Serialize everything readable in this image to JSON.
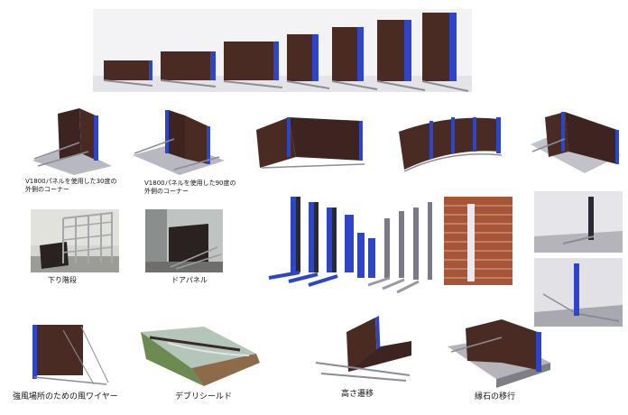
{
  "colors": {
    "panel_brown": "#4a2b24",
    "frame_blue": "#2f45c8",
    "rail_grey": "#8c8c96",
    "brick": "#b0583a",
    "concrete": "#c9c9cd",
    "grass": "#7a9a58"
  },
  "captions": {
    "corner30_line1": "V1800パネルを使用した30度の",
    "corner30_line2": "外側のコーナー",
    "corner90_line1": "V1800パネルを使用した90度の",
    "corner90_line2": "外側のコーナー",
    "stairs": "下り階段",
    "door_panel": "ドアパネル",
    "wind_wire": "強風場所のための風ワイヤー",
    "debris_shield": "デブリシールド",
    "height_transition": "高さ遷移",
    "curb_transition": "縁石の移行"
  }
}
